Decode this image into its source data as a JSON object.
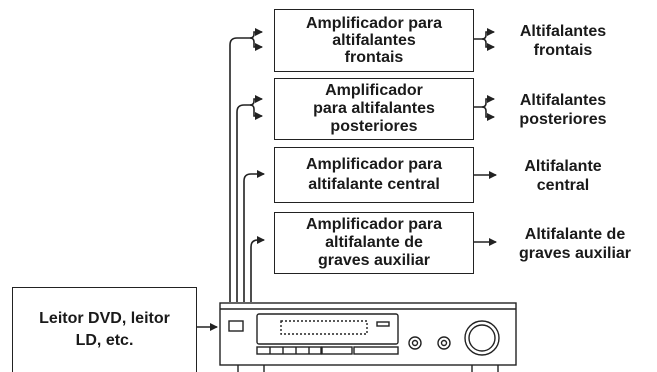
{
  "source": {
    "label": "Leitor DVD, leitor\nLD, etc."
  },
  "amplifiers": [
    {
      "label": "Amplificador para\naltifalantes\nfrontais"
    },
    {
      "label": "Amplificador\npara altifalantes\nposteriores"
    },
    {
      "label": "Amplificador para\naltifalante central"
    },
    {
      "label": "Amplificador para\naltifalante de\ngraves auxiliar"
    }
  ],
  "speakers": [
    {
      "label": "Altifalantes\nfrontais"
    },
    {
      "label": "Altifalantes\nposteriores"
    },
    {
      "label": "Altifalante\ncentral"
    },
    {
      "label": "Altifalante de\ngraves auxiliar"
    }
  ],
  "colors": {
    "line": "#222222",
    "background": "#ffffff"
  }
}
